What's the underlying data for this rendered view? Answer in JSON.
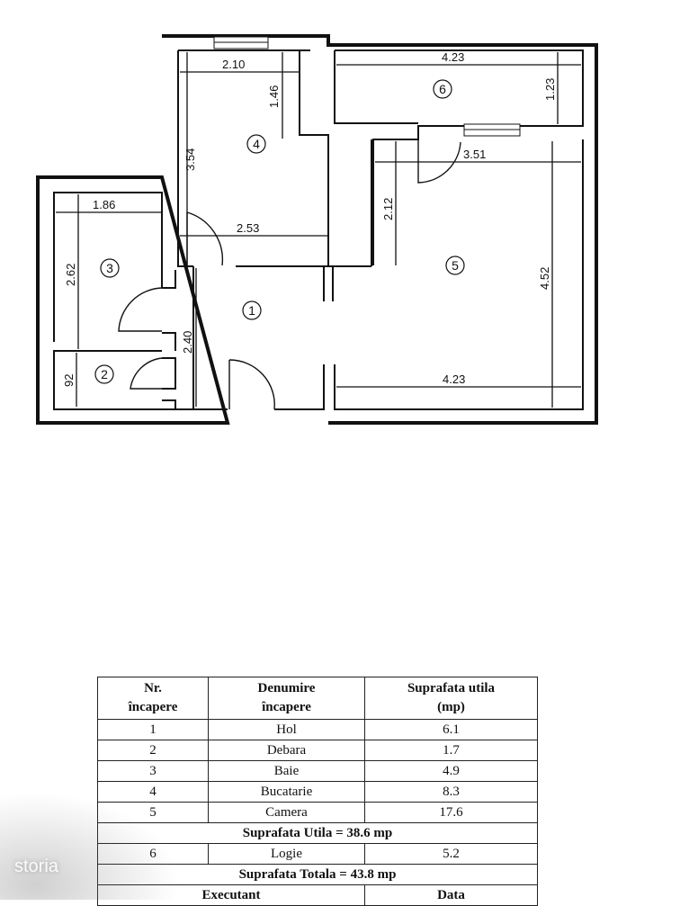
{
  "plan": {
    "rooms": [
      {
        "num": "1"
      },
      {
        "num": "2"
      },
      {
        "num": "3"
      },
      {
        "num": "4"
      },
      {
        "num": "5"
      },
      {
        "num": "6"
      }
    ],
    "dimensions": {
      "d_210": "2.10",
      "d_146": "1.46",
      "d_354": "3.54",
      "d_253": "2.53",
      "d_186": "1.86",
      "d_262": "2.62",
      "d_240": "2.40",
      "d_92": "92",
      "d_423_top": "4.23",
      "d_123": "1.23",
      "d_351": "3.51",
      "d_212": "2.12",
      "d_452": "4.52",
      "d_423_bottom": "4.23"
    }
  },
  "table": {
    "headers": {
      "nr_1": "Nr.",
      "nr_2": "încapere",
      "name_1": "Denumire",
      "name_2": "încapere",
      "area_1": "Suprafata utila",
      "area_2": "(mp)"
    },
    "rows": [
      {
        "nr": "1",
        "name": "Hol",
        "area": "6.1"
      },
      {
        "nr": "2",
        "name": "Debara",
        "area": "1.7"
      },
      {
        "nr": "3",
        "name": "Baie",
        "area": "4.9"
      },
      {
        "nr": "4",
        "name": "Bucatarie",
        "area": "8.3"
      },
      {
        "nr": "5",
        "name": "Camera",
        "area": "17.6"
      }
    ],
    "subtotal": "Suprafata Utila = 38.6 mp",
    "row6": {
      "nr": "6",
      "name": "Logie",
      "area": "5.2"
    },
    "total": "Suprafata Totala = 43.8 mp",
    "footer_left": "Executant",
    "footer_right": "Data"
  },
  "watermark": "storia"
}
